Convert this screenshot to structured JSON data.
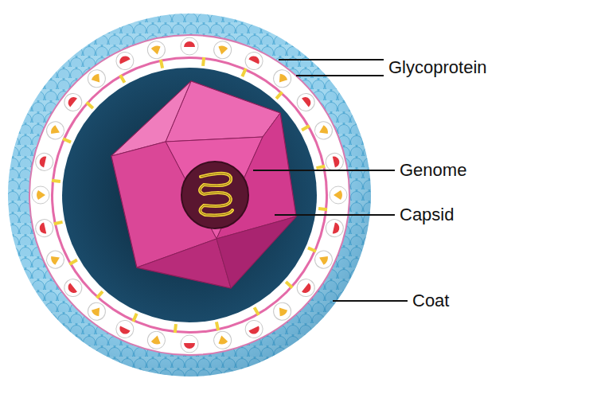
{
  "diagram": {
    "labels": [
      "Glycoprotein",
      "Genome",
      "Capsid",
      "Coat"
    ]
  }
}
